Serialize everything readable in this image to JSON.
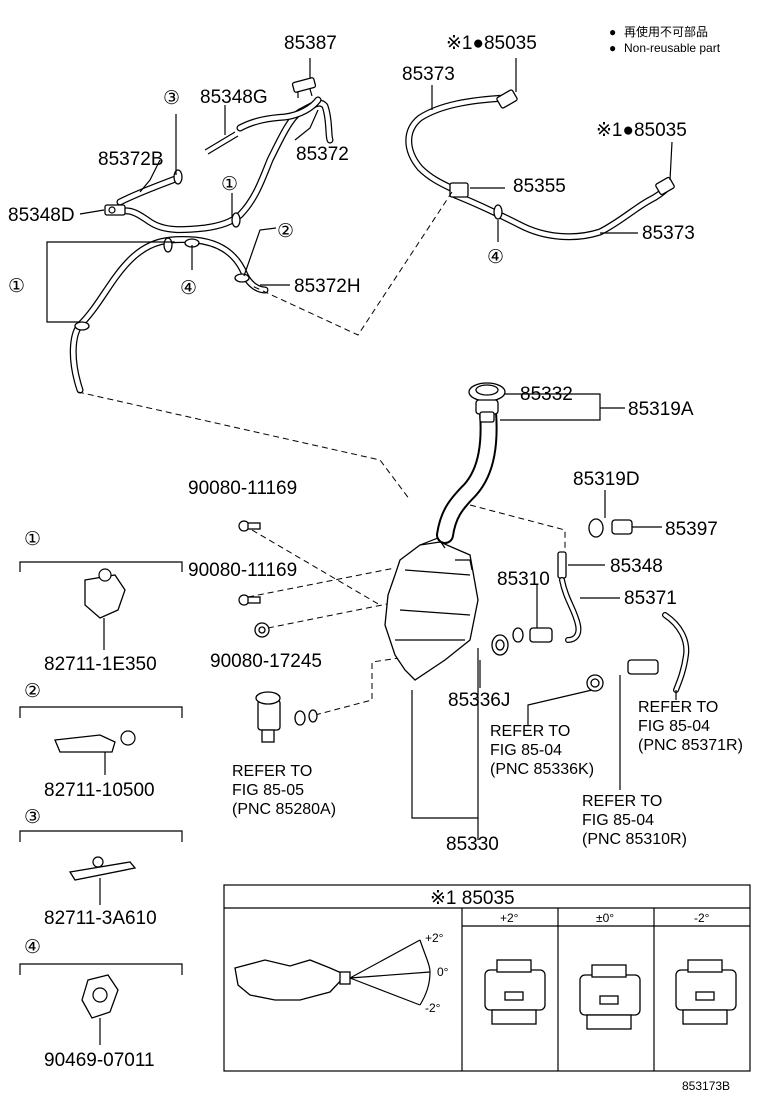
{
  "legend": {
    "line1_symbol": "●",
    "line1_text": "再使用不可部品",
    "line2_symbol": "●",
    "line2_text": "Non-reusable part"
  },
  "parts": {
    "p85387": "85387",
    "p85348G": "85348G",
    "p85372": "85372",
    "p85372B": "85372B",
    "p85348D": "85348D",
    "p85372H": "85372H",
    "p85035_a": "※1●85035",
    "p85373_a": "85373",
    "p85355": "85355",
    "p85035_b": "※1●85035",
    "p85373_b": "85373",
    "p85332": "85332",
    "p85319A": "85319A",
    "p85319D": "85319D",
    "p85397": "85397",
    "p85348": "85348",
    "p85310": "85310",
    "p85371": "85371",
    "p90080_11169_a": "90080-11169",
    "p90080_11169_b": "90080-11169",
    "p90080_17245": "90080-17245",
    "p85336J": "85336J",
    "p85330": "85330"
  },
  "callouts": {
    "c1": "①",
    "c2": "②",
    "c3": "③",
    "c4": "④"
  },
  "refs": {
    "fig8505": [
      "REFER TO",
      "FIG 85-05",
      "(PNC 85280A)"
    ],
    "fig8504_k": [
      "REFER TO",
      "FIG 85-04",
      "(PNC 85336K)"
    ],
    "fig8504_r": [
      "REFER TO",
      "FIG 85-04",
      "(PNC 85310R)"
    ],
    "fig8504_371": [
      "REFER TO",
      "FIG 85-04",
      "(PNC 85371R)"
    ]
  },
  "clips": [
    {
      "callout": "①",
      "part": "82711-1E350"
    },
    {
      "callout": "②",
      "part": "82711-10500"
    },
    {
      "callout": "③",
      "part": "82711-3A610"
    },
    {
      "callout": "④",
      "part": "90469-07011"
    }
  ],
  "inset": {
    "title": "※1 85035",
    "angle_plus": "+2°",
    "angle_zero": "0°",
    "angle_minus": "-2°",
    "col_headers": [
      "+2°",
      "±0°",
      "-2°"
    ]
  },
  "figure_id": "853173B"
}
